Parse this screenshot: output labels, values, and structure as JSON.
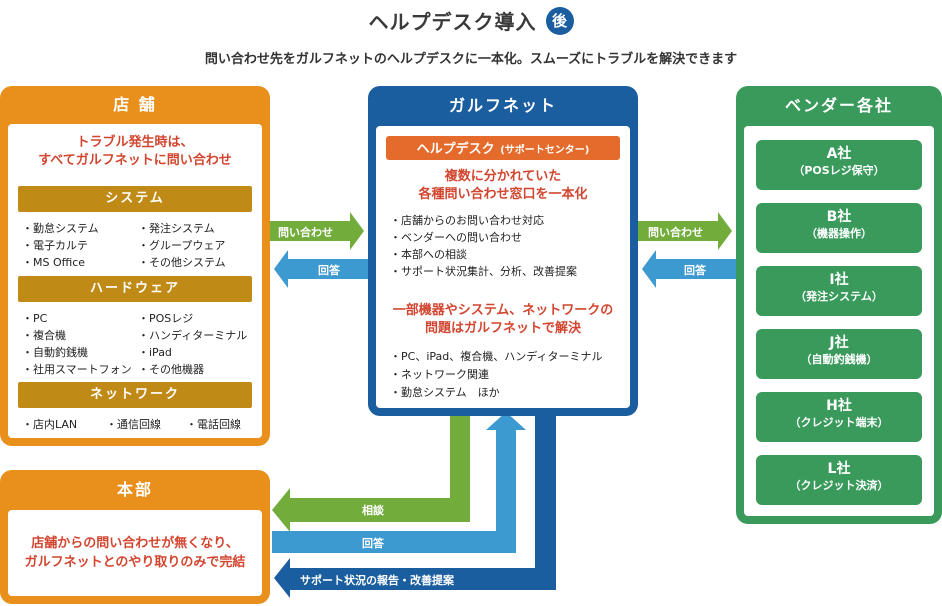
{
  "header": {
    "title": "ヘルプデスク導入",
    "badge": "後",
    "subtitle": "問い合わせ先をガルフネットのヘルプデスクに一本化。スムーズにトラブルを解決できます"
  },
  "store": {
    "title": "店 舗",
    "lead_line1": "トラブル発生時は、",
    "lead_line2": "すべてガルフネットに問い合わせ",
    "system": {
      "title": "システム",
      "col1": [
        "勤怠システム",
        "電子カルテ",
        "MS Office"
      ],
      "col2": [
        "発注システム",
        "グループウェア",
        "その他システム"
      ]
    },
    "hardware": {
      "title": "ハードウェア",
      "col1": [
        "PC",
        "複合機",
        "自動釣銭機",
        "社用スマートフォン"
      ],
      "col2": [
        "POSレジ",
        "ハンディターミナル",
        "iPad",
        "その他機器"
      ]
    },
    "network": {
      "title": "ネットワーク",
      "items": [
        "店内LAN",
        "通信回線",
        "電話回線"
      ]
    }
  },
  "gulfnet": {
    "title": "ガルフネット",
    "helpdesk_main": "ヘルプデスク",
    "helpdesk_sub": "(サポートセンター)",
    "lead_line1": "複数に分かれていた",
    "lead_line2": "各種問い合わせ窓口を一本化",
    "services": [
      "店舗からのお問い合わせ対応",
      "ベンダーへの問い合わせ",
      "本部への相談",
      "サポート状況集計、分析、改善提案"
    ],
    "note_line1": "一部機器やシステム、ネットワークの",
    "note_line2": "問題はガルフネットで解決",
    "scope": [
      "PC、iPad、複合機、ハンディターミナル",
      "ネットワーク関連",
      "勤怠システム　ほか"
    ]
  },
  "vendors": {
    "title": "ベンダー各社",
    "items": [
      {
        "name": "A社",
        "desc": "（POSレジ保守）"
      },
      {
        "name": "B社",
        "desc": "（機器操作）"
      },
      {
        "name": "I社",
        "desc": "（発注システム）"
      },
      {
        "name": "J社",
        "desc": "（自動釣銭機）"
      },
      {
        "name": "H社",
        "desc": "（クレジット端末）"
      },
      {
        "name": "L社",
        "desc": "（クレジット決済）"
      }
    ]
  },
  "hq": {
    "title": "本部",
    "message_line1": "店舗からの問い合わせが無くなり、",
    "message_line2": "ガルフネットとのやり取りのみで完結"
  },
  "arrows": {
    "store_inquiry": "問い合わせ",
    "store_answer": "回答",
    "vendor_inquiry": "問い合わせ",
    "vendor_answer": "回答",
    "hq_consult": "相談",
    "hq_answer": "回答",
    "hq_report": "サポート状況の報告・改善提案"
  },
  "colors": {
    "orange": "#e8901b",
    "blue": "#1a5ea0",
    "green": "#3a9a5c",
    "light_green": "#72ad3c",
    "light_blue": "#3d9ad1",
    "gold": "#c08a17",
    "red": "#d2452f"
  }
}
